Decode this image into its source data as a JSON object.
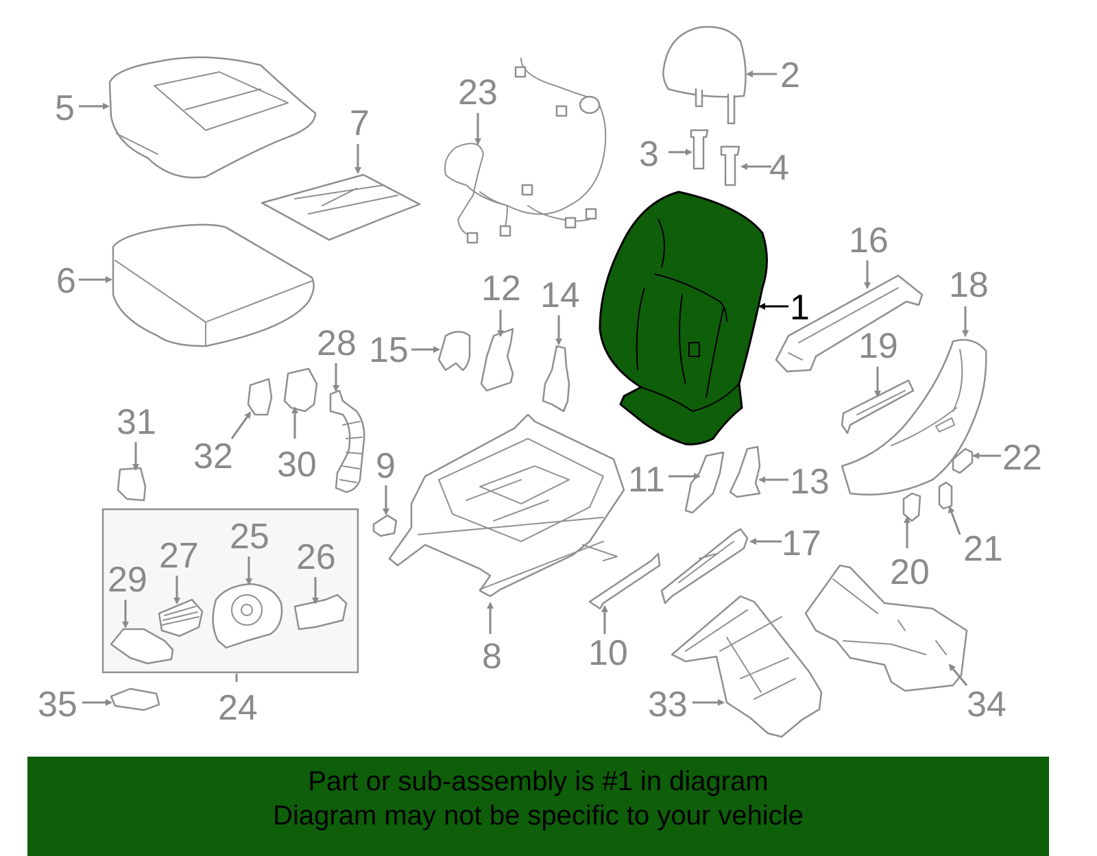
{
  "colors": {
    "highlight_fill": "#0f5e0a",
    "banner_fill": "#0f5e0a",
    "line": "#8f8f8f",
    "label": "#8a8a8a"
  },
  "callouts": {
    "c1": "1",
    "c2": "2",
    "c3": "3",
    "c4": "4",
    "c5": "5",
    "c6": "6",
    "c7": "7",
    "c8": "8",
    "c9": "9",
    "c10": "10",
    "c11": "11",
    "c12": "12",
    "c13": "13",
    "c14": "14",
    "c15": "15",
    "c16": "16",
    "c17": "17",
    "c18": "18",
    "c19": "19",
    "c20": "20",
    "c21": "21",
    "c22": "22",
    "c23": "23",
    "c24": "24",
    "c25": "25",
    "c26": "26",
    "c27": "27",
    "c28": "28",
    "c29": "29",
    "c30": "30",
    "c31": "31",
    "c32": "32",
    "c33": "33",
    "c34": "34",
    "c35": "35"
  },
  "highlighted_part": "1",
  "banner": {
    "line1": "Part or sub-assembly is #1 in diagram",
    "line2": "Diagram may not be specific to your vehicle"
  }
}
